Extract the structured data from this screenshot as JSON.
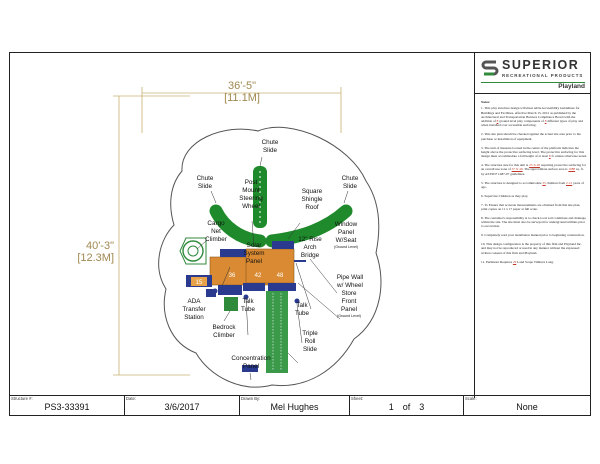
{
  "dimensions": {
    "width": "36'-5\"",
    "width_metric": "[11.1M]",
    "height": "40'-3\"",
    "height_metric": "[12.3M]"
  },
  "logo": {
    "brand": "SUPERIOR",
    "tagline": "RECREATIONAL PRODUCTS",
    "product_line": "Playland"
  },
  "labels": {
    "chute_top_1": "Chute",
    "chute_top_2": "Slide",
    "chute_left_1": "Chute",
    "chute_left_2": "Slide",
    "chute_right_1": "Chute",
    "chute_right_2": "Slide",
    "post_1": "Post",
    "post_2": "Mount",
    "post_3": "Steering",
    "post_4": "Wheel",
    "square_1": "Square",
    "square_2": "Shingle",
    "square_3": "Roof",
    "cargo_1": "Cargo",
    "cargo_2": "Net",
    "cargo_3": "Climber",
    "solar_1": "Solar",
    "solar_2": "System",
    "solar_3": "Panel",
    "arch_1": "12\" Rise",
    "arch_2": "Arch",
    "arch_3": "Bridge",
    "window_1": "Window",
    "window_2": "Panel",
    "window_3": "W/Seat",
    "window_4": "(Ground Level)",
    "pipe_1": "Pipe Wall",
    "pipe_2": "w/ Wheel",
    "store_1": "Store",
    "store_2": "Front",
    "store_3": "Panel",
    "store_4": "(Ground Level)",
    "ada_1": "ADA",
    "ada_2": "Transfer",
    "ada_3": "Station",
    "talk_left_1": "Talk",
    "talk_left_2": "Tube",
    "talk_right_1": "Talk",
    "talk_right_2": "Tube",
    "bedrock_1": "Bedrock",
    "bedrock_2": "Climber",
    "triple_1": "Triple",
    "triple_2": "Roll",
    "triple_3": "Slide",
    "concentration_1": "Concentration",
    "concentration_2": "Panel",
    "deck_15": "15",
    "deck_36": "36",
    "deck_42": "42",
    "deck_48": "48"
  },
  "notes": {
    "heading": "Notes:",
    "n1_a": "1.  This play structure design will meet ADA Accessibility Guidelines for Buildings and Facilities, effective March 15, 2012 as published by the Architectural and Transportation Barriers Compliance Board with the addition of",
    "n1_v1": "8",
    "n1_b": "ground level play components of",
    "n1_v2": "8",
    "n1_c": "different types of play and when installed over accessible surfacing.",
    "n2": "2.  This site plan should be checked against the actual site area prior to the purchase or installation of equipment.",
    "n3_a": "3.  The unit of measure located in the center of the platform indicates the height above the protective surfacing level. The protective surfacing for this design must accommodate a fall height of at least",
    "n3_v": "8",
    "n3_b": "ft. unless otherwise noted.",
    "n4_a": "4.  The structure size for this unit is",
    "n4_v1": "25 X 28",
    "n4_b": "requiring protective surfacing for an overall use zone of",
    "n4_v2": "37 X 40",
    "n4_c": ". The approximate surface area is",
    "n4_v3": "1088",
    "n4_d": "sq. ft. by ASTM F 1487-07 guidelines.",
    "n5_a": "5.  The structure is designed to accommodate",
    "n5_v1": "35",
    "n5_b": "children from",
    "n5_v2": "2-12",
    "n5_c": "years of age.",
    "n6": "6.  Supervise Children as they play.",
    "n7": "7.  To Ensure that accurate measurements are obtained from this site plan, print copies on 11 x 17 paper at full scale.",
    "n8": "8.  The customer's responsibility is to check local soil conditions and drainage within the site. The site must also be surveyed for underground utilities prior to excavation.",
    "n9": "9.  Completely read your installation manual prior to beginning construction.",
    "n10": "10.  This design configuration is the property of this firm and Playland Inc. and may not be reproduced or used in any manner without the expressed written consent of this firm and Playland.",
    "n11_a": "11.  Perimeter Requires",
    "n11_v": "29",
    "n11_b": "Land Scape Timbers",
    "n11_c": "Long."
  },
  "title_block": {
    "structure_label": "Structure #:",
    "structure_value": "PS3-33391",
    "date_label": "Date:",
    "date_value": "3/6/2017",
    "drawn_label": "Drawn By:",
    "drawn_value": "Mel Hughes",
    "sheet_label": "Sheet:",
    "sheet_num": "1",
    "sheet_of": "of",
    "sheet_total": "3",
    "scale_label": "Scale:",
    "scale_value": "None"
  },
  "colors": {
    "slide_green": "#1f8a2c",
    "roller_green": "#3a9a4a",
    "deck_orange": "#d98a32",
    "deck_blue": "#2a3b8f",
    "use_zone": "#555555",
    "dimension": "#c8b070",
    "note_fill": "#c0392b"
  }
}
